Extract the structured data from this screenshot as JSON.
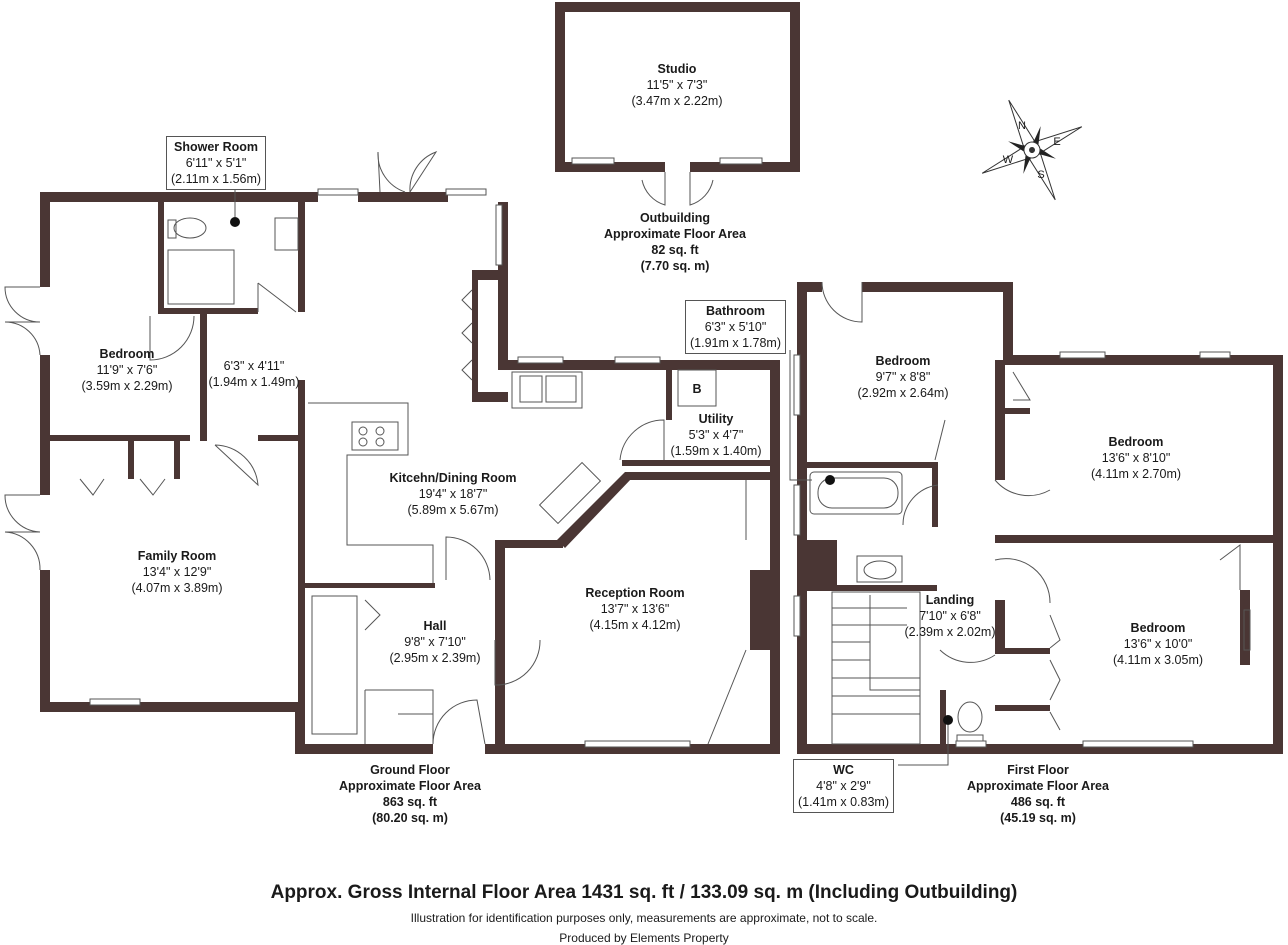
{
  "rooms": {
    "studio": {
      "name": "Studio",
      "imperial": "11'5\" x 7'3\"",
      "metric": "(3.47m x 2.22m)"
    },
    "shower": {
      "name": "Shower Room",
      "imperial": "6'11\" x 5'1\"",
      "metric": "(2.11m x 1.56m)"
    },
    "bedroom_gf": {
      "name": "Bedroom",
      "imperial": "11'9\" x 7'6\"",
      "metric": "(3.59m x 2.29m)"
    },
    "lobby": {
      "imperial": "6'3\" x 4'11\"",
      "metric": "(1.94m x 1.49m)"
    },
    "family": {
      "name": "Family Room",
      "imperial": "13'4\" x 12'9\"",
      "metric": "(4.07m x 3.89m)"
    },
    "kitchen": {
      "name": "Kitcehn/Dining Room",
      "imperial": "19'4\" x 18'7\"",
      "metric": "(5.89m x 5.67m)"
    },
    "utility": {
      "name": "Utility",
      "imperial": "5'3\" x 4'7\"",
      "metric": "(1.59m x 1.40m)"
    },
    "hall": {
      "name": "Hall",
      "imperial": "9'8\" x 7'10\"",
      "metric": "(2.95m x 2.39m)"
    },
    "reception": {
      "name": "Reception Room",
      "imperial": "13'7\" x 13'6\"",
      "metric": "(4.15m x 4.12m)"
    },
    "bathroom": {
      "name": "Bathroom",
      "imperial": "6'3\" x 5'10\"",
      "metric": "(1.91m x 1.78m)"
    },
    "bed_ff1": {
      "name": "Bedroom",
      "imperial": "9'7\" x 8'8\"",
      "metric": "(2.92m x 2.64m)"
    },
    "bed_ff2": {
      "name": "Bedroom",
      "imperial": "13'6\" x 8'10\"",
      "metric": "(4.11m x 2.70m)"
    },
    "bed_ff3": {
      "name": "Bedroom",
      "imperial": "13'6\" x 10'0\"",
      "metric": "(4.11m x 3.05m)"
    },
    "landing": {
      "name": "Landing",
      "imperial": "7'10\" x 6'8\"",
      "metric": "(2.39m x 2.02m)"
    },
    "wc": {
      "name": "WC",
      "imperial": "4'8\" x 2'9\"",
      "metric": "(1.41m x 0.83m)"
    }
  },
  "boiler_label": "B",
  "compass": {
    "n": "N",
    "e": "E",
    "s": "S",
    "w": "W"
  },
  "areas": {
    "outbuilding": {
      "l1": "Outbuilding",
      "l2": "Approximate Floor Area",
      "l3": "82 sq. ft",
      "l4": "(7.70 sq. m)"
    },
    "ground": {
      "l1": "Ground Floor",
      "l2": "Approximate Floor Area",
      "l3": "863 sq. ft",
      "l4": "(80.20 sq. m)"
    },
    "first": {
      "l1": "First Floor",
      "l2": "Approximate Floor Area",
      "l3": "486 sq. ft",
      "l4": "(45.19 sq. m)"
    }
  },
  "footer": {
    "gross": "Approx. Gross Internal Floor Area 1431 sq. ft / 133.09 sq. m (Including Outbuilding)",
    "disclaimer": "Illustration for identification purposes only, measurements are approximate, not to scale.",
    "produced": "Produced by Elements Property"
  }
}
